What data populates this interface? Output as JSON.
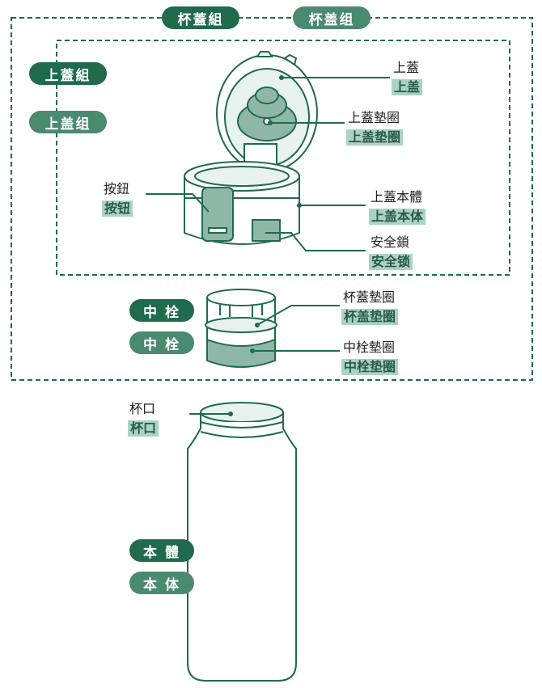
{
  "groups": {
    "cup_lid_trad": "杯蓋組",
    "cup_lid_simp": "杯盖组",
    "upper_lid_trad": "上蓋組",
    "upper_lid_simp": "上盖组",
    "middle_plug_trad": "中 栓",
    "middle_plug_simp": "中 栓",
    "body_trad": "本 體",
    "body_simp": "本 体"
  },
  "parts": {
    "top_lid": {
      "trad": "上蓋",
      "simp": "上盖"
    },
    "top_lid_gasket": {
      "trad": "上蓋墊圈",
      "simp": "上盖垫圈"
    },
    "button": {
      "trad": "按鈕",
      "simp": "按钮"
    },
    "top_lid_body": {
      "trad": "上蓋本體",
      "simp": "上盖本体"
    },
    "safety_lock": {
      "trad": "安全鎖",
      "simp": "安全锁"
    },
    "cup_lid_gasket": {
      "trad": "杯蓋墊圈",
      "simp": "杯盖垫圈"
    },
    "plug_gasket": {
      "trad": "中栓墊圈",
      "simp": "中栓垫圈"
    },
    "mouth": {
      "trad": "杯口",
      "simp": "杯口"
    }
  },
  "colors": {
    "dark_green": "#1f6b4c",
    "mid_green": "#4a8a6f",
    "highlight": "#a9d3c5",
    "part_fill": "#8fb7a6"
  }
}
